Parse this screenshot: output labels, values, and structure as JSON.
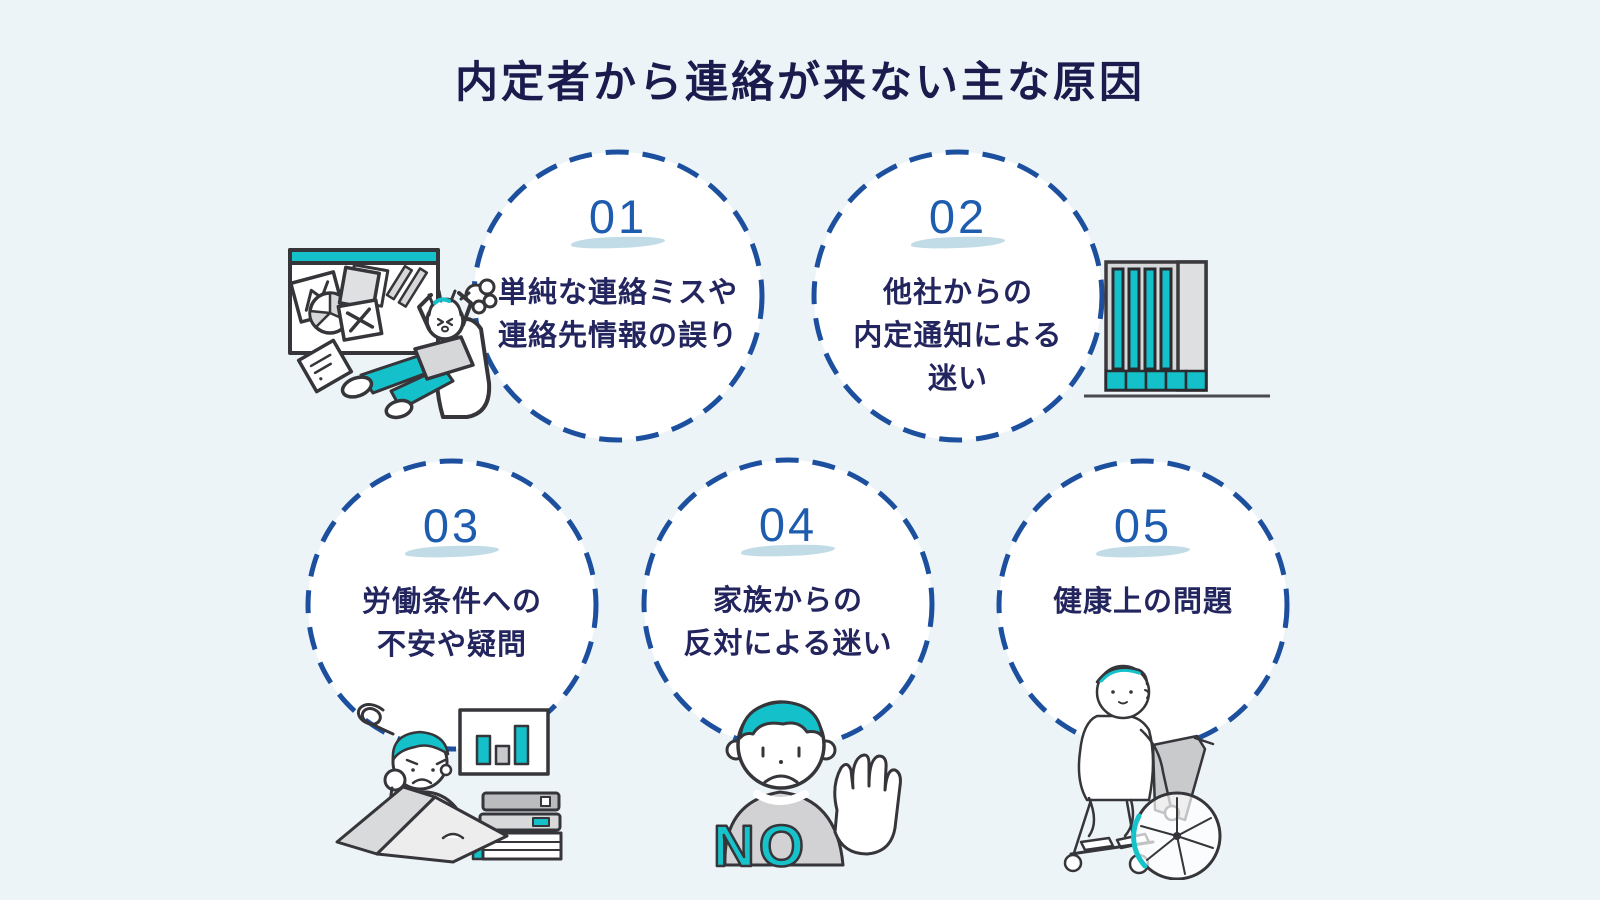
{
  "title": "内定者から連絡が来ない主な原因",
  "items": [
    {
      "number": "01",
      "lines": [
        "単純な連絡ミスや",
        "連絡先情報の誤り"
      ]
    },
    {
      "number": "02",
      "lines": [
        "他社からの",
        "内定通知による",
        "迷い"
      ]
    },
    {
      "number": "03",
      "lines": [
        "労働条件への",
        "不安や疑問"
      ]
    },
    {
      "number": "04",
      "lines": [
        "家族からの",
        "反対による迷い"
      ]
    },
    {
      "number": "05",
      "lines": [
        "健康上の問題"
      ]
    }
  ],
  "illustrations": {
    "no_label": "NO",
    "names": [
      "stressed-worker-illustration",
      "office-building-illustration",
      "worried-at-laptop-illustration",
      "refusing-person-illustration",
      "wheelchair-user-illustration"
    ]
  },
  "colors": {
    "background": "#edf4f8",
    "title_text": "#1b1c4d",
    "circle_fill": "#ffffff",
    "dash_border": "#1c509e",
    "number_blue": "#1d5cae",
    "swoosh_blue": "#b7d6e3",
    "body_text": "#23255e",
    "teal_accent": "#14c0ca",
    "gray_fill": "#d6d7d8",
    "outline": "#35353a"
  }
}
